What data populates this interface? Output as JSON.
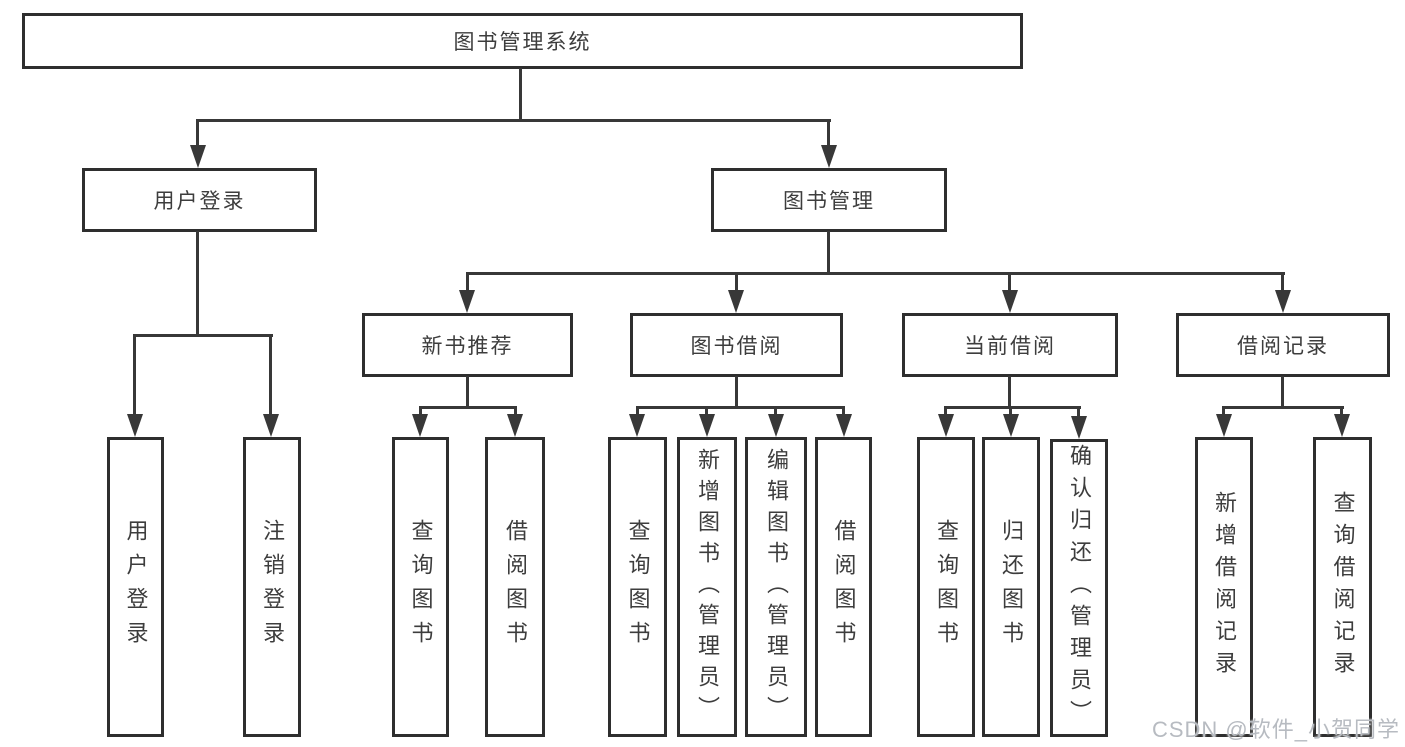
{
  "tree": {
    "label": "图书管理系统",
    "children": [
      {
        "label": "用户登录",
        "children": [
          {
            "label": "用户登录"
          },
          {
            "label": "注销登录"
          }
        ]
      },
      {
        "label": "图书管理",
        "children": [
          {
            "label": "新书推荐",
            "children": [
              {
                "label": "查询图书"
              },
              {
                "label": "借阅图书"
              }
            ]
          },
          {
            "label": "图书借阅",
            "children": [
              {
                "label": "查询图书"
              },
              {
                "label": "新增图书（管理员）"
              },
              {
                "label": "编辑图书（管理员）"
              },
              {
                "label": "借阅图书"
              }
            ]
          },
          {
            "label": "当前借阅",
            "children": [
              {
                "label": "查询图书"
              },
              {
                "label": "归还图书"
              },
              {
                "label": "确认归还（管理员）"
              }
            ]
          },
          {
            "label": "借阅记录",
            "children": [
              {
                "label": "新增借阅记录"
              },
              {
                "label": "查询借阅记录"
              }
            ]
          }
        ]
      }
    ]
  },
  "watermark": {
    "text": "CSDN @软件_小贺同学"
  },
  "colors": {
    "line": "#383838",
    "box_border": "#2e2e2e",
    "text": "#3d3d3d",
    "background": "#ffffff",
    "watermark": "#b7bbc1"
  }
}
